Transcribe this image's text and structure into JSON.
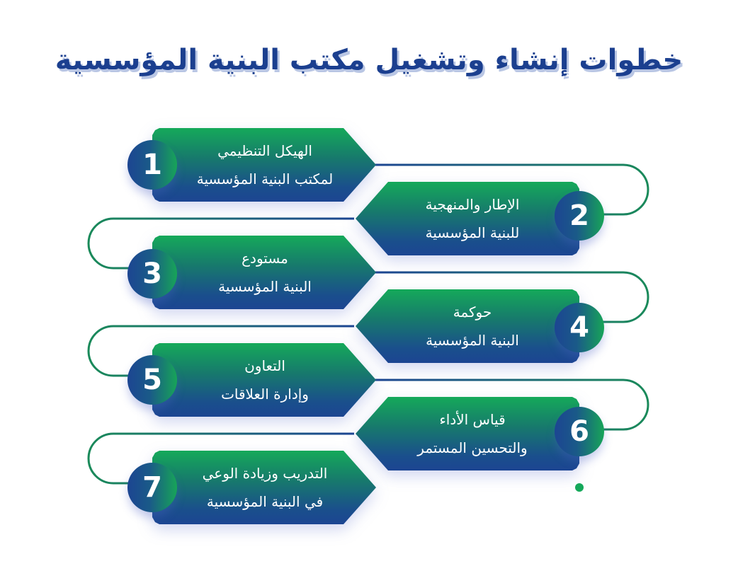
{
  "title": "خطوات إنشاء وتشغيل مكتب البنية المؤسسية",
  "colors": {
    "title": "#1b3f8f",
    "gradient_top": "#15a95a",
    "gradient_bottom": "#1c4592",
    "connector_blue": "#1c4592",
    "connector_green": "#1a8a5a",
    "end_dot": "#15a95a"
  },
  "steps": [
    {
      "number": "1",
      "line1": "الهيكل التنظيمي",
      "line2": "لمكتب البنية المؤسسية"
    },
    {
      "number": "2",
      "line1": "الإطار والمنهجية",
      "line2": "للبنية المؤسسية"
    },
    {
      "number": "3",
      "line1": "مستودع",
      "line2": "البنية المؤسسية"
    },
    {
      "number": "4",
      "line1": "حوكمة",
      "line2": "البنية المؤسسية"
    },
    {
      "number": "5",
      "line1": "التعاون",
      "line2": "وإدارة العلاقات"
    },
    {
      "number": "6",
      "line1": "قياس الأداء",
      "line2": "والتحسين المستمر"
    },
    {
      "number": "7",
      "line1": "التدريب وزيادة الوعي",
      "line2": "في البنية المؤسسية"
    }
  ]
}
